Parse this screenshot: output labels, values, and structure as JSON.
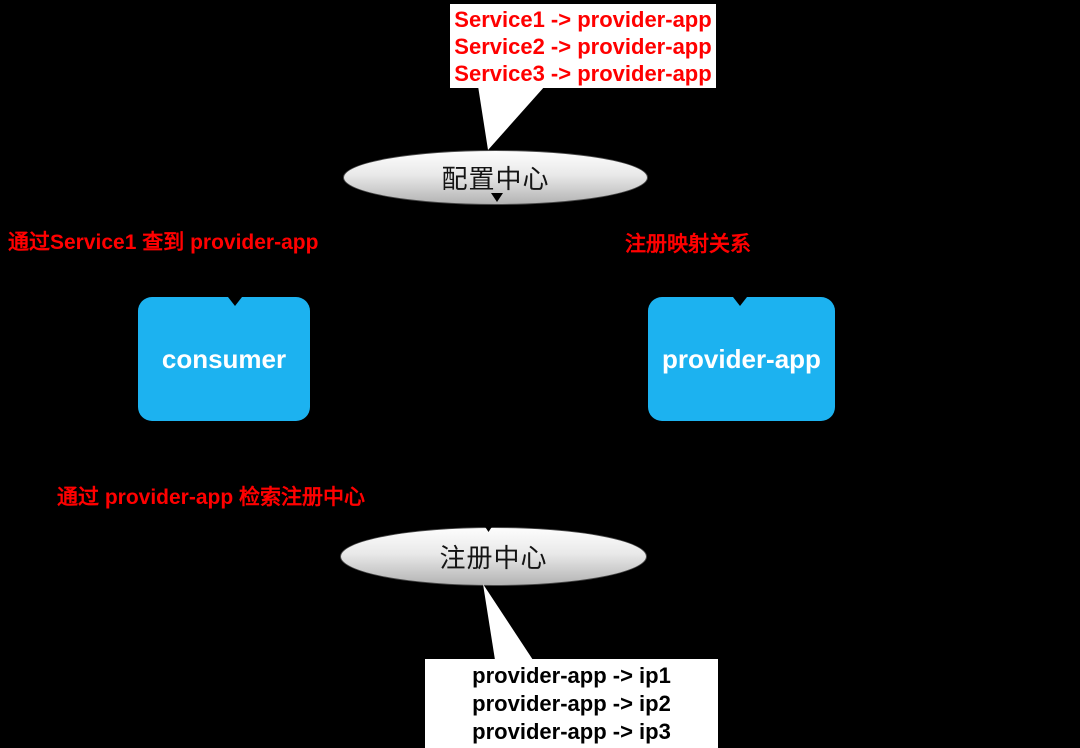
{
  "top_callout": {
    "lines": [
      "Service1 -> provider-app",
      "Service2 -> provider-app",
      "Service3 -> provider-app"
    ],
    "text_color": "#ff0000",
    "background": "#ffffff"
  },
  "config_center": {
    "label": "配置中心"
  },
  "registry_center": {
    "label": "注册中心"
  },
  "nodes": {
    "consumer": {
      "label": "consumer"
    },
    "provider": {
      "label": "provider-app"
    }
  },
  "annotations": {
    "lookup_service": "通过Service1 查到 provider-app",
    "register_mapping": "注册映射关系",
    "query_registry": "通过 provider-app 检索注册中心"
  },
  "bottom_callout": {
    "lines": [
      "provider-app -> ip1",
      "provider-app -> ip2",
      "provider-app -> ip3"
    ],
    "text_color": "#000000",
    "background": "#ffffff"
  },
  "colors": {
    "background": "#000000",
    "node_fill": "#1cb2f0",
    "annotation_red": "#ff0000",
    "ellipse_top": "#fdfdfd",
    "ellipse_bottom": "#b3b3b3"
  }
}
